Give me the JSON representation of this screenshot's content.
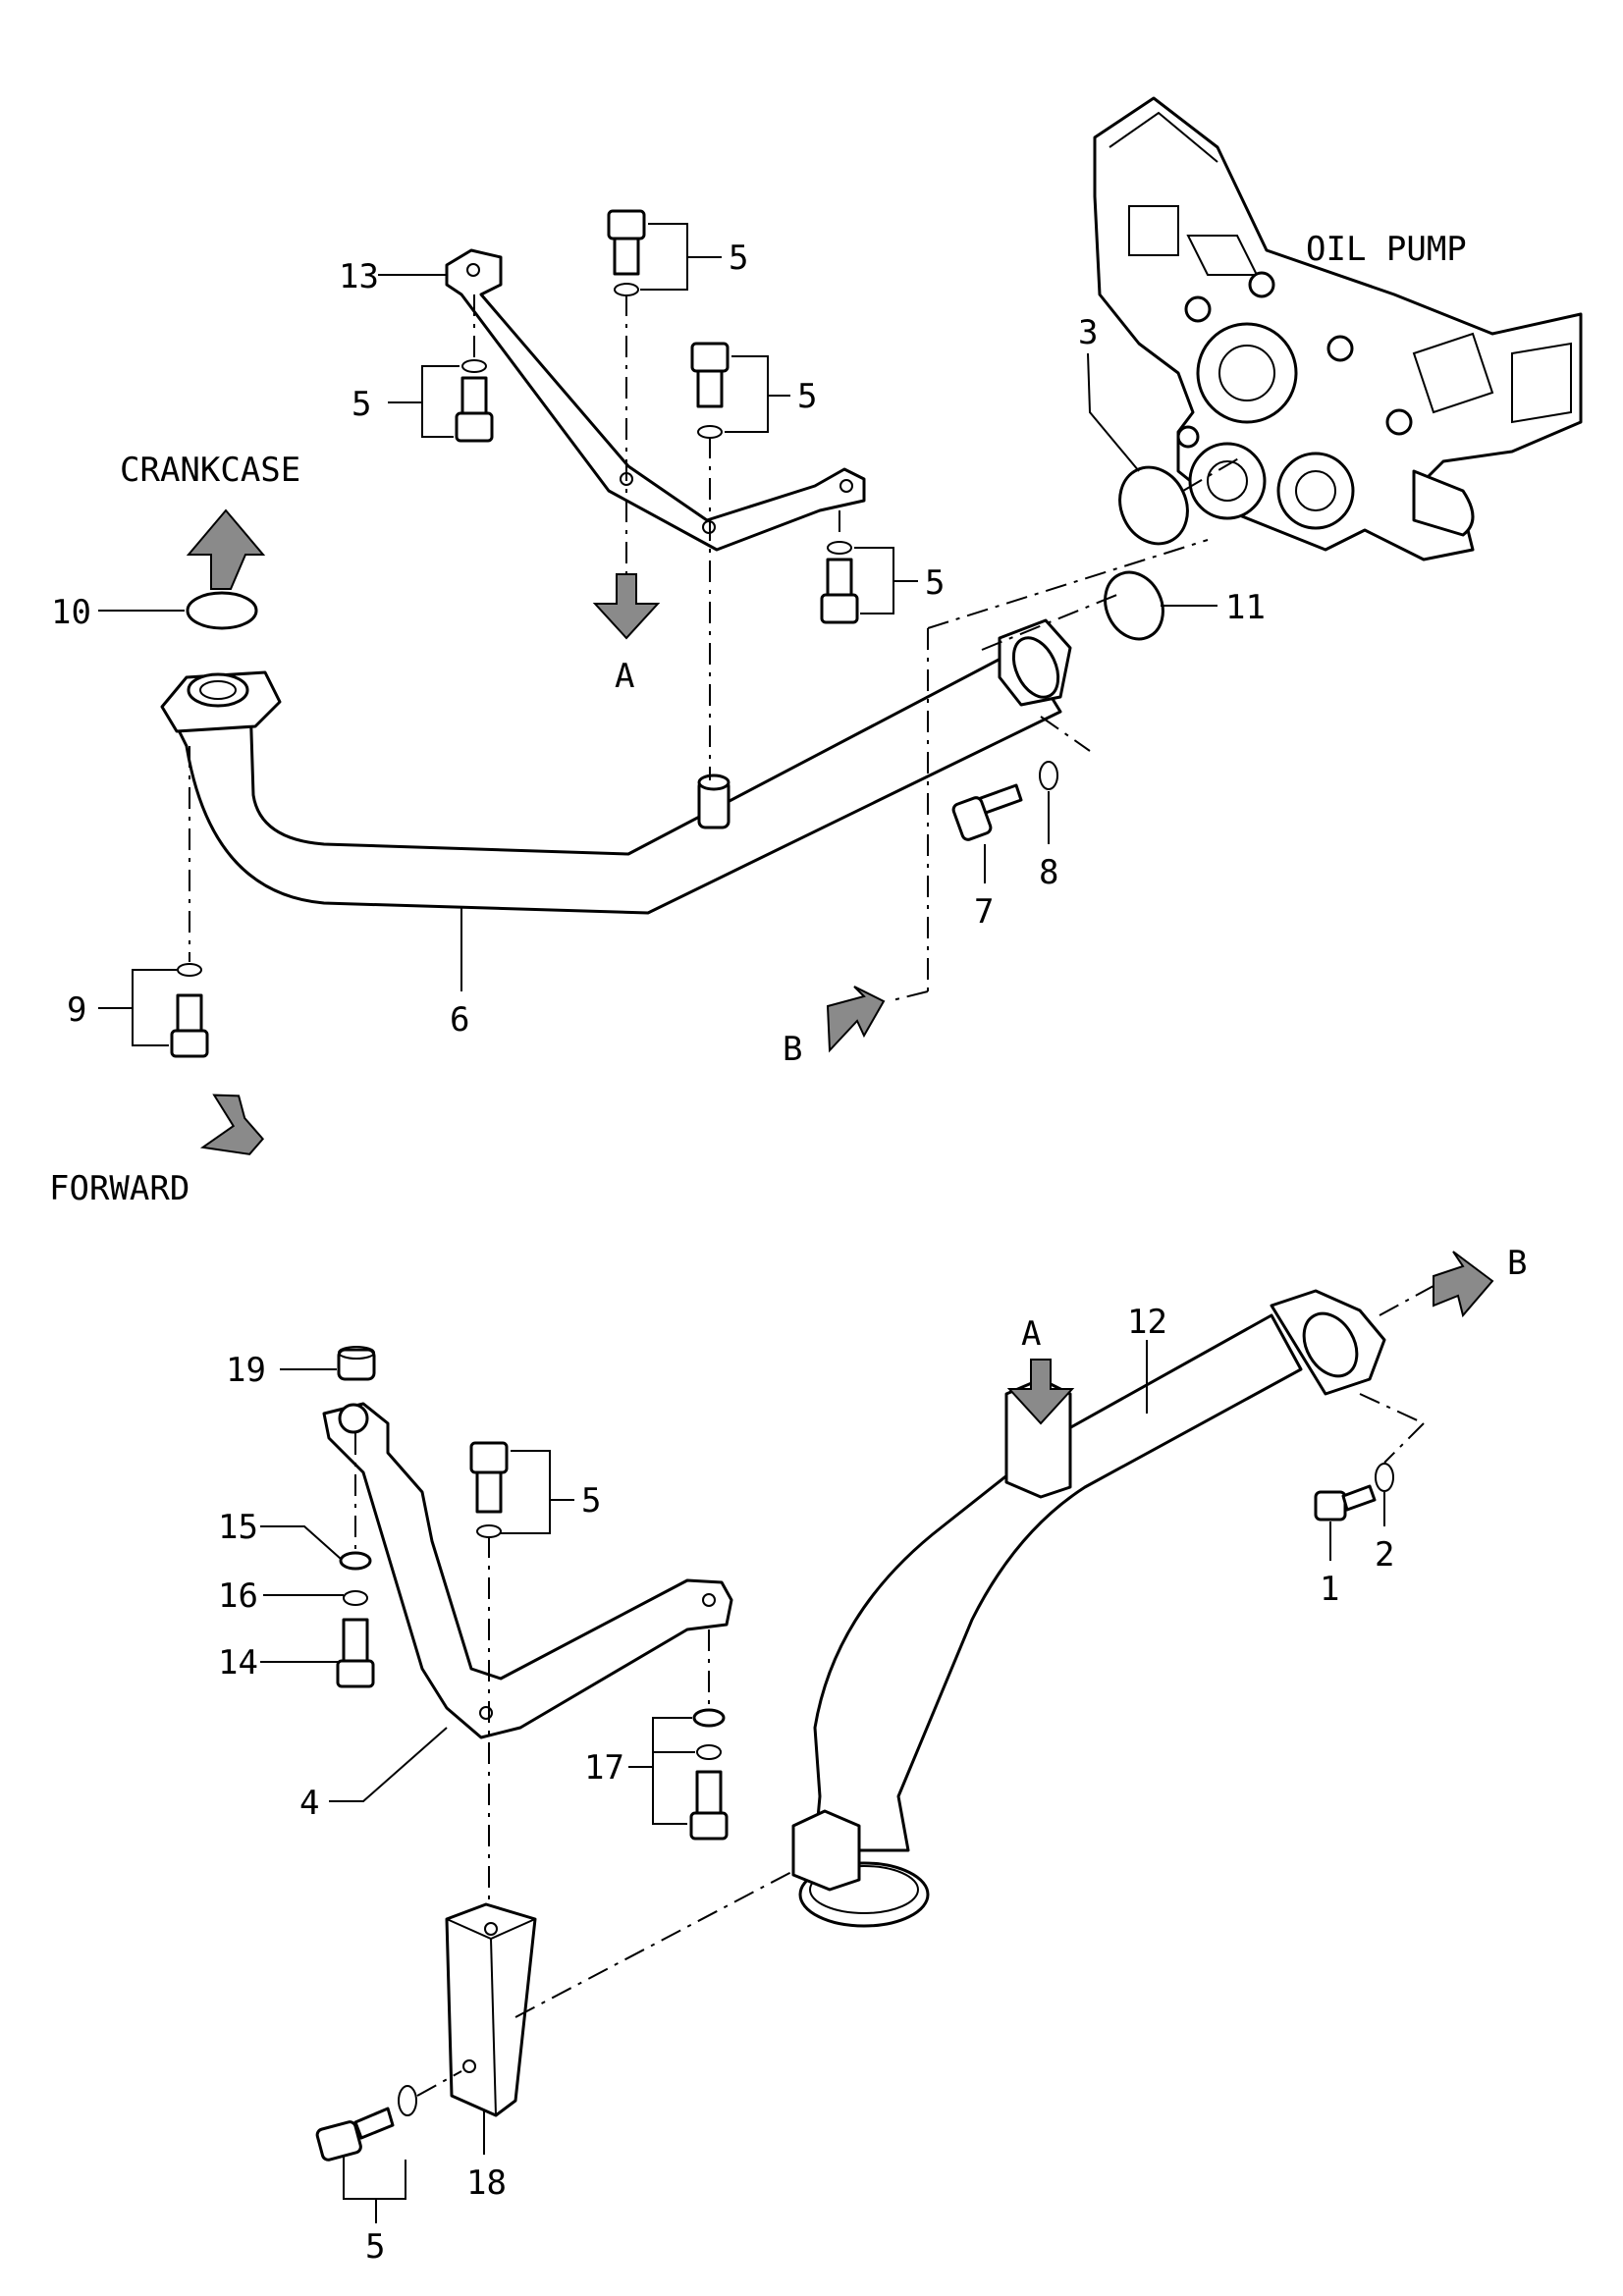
{
  "labels": {
    "oil_pump": "OIL PUMP",
    "crankcase": "CRANKCASE",
    "forward": "FORWARD",
    "view_a_top": "A",
    "view_b_top": "B",
    "view_a_bottom": "A",
    "view_b_bottom": "B"
  },
  "callouts": {
    "c1": "1",
    "c2": "2",
    "c3": "3",
    "c4": "4",
    "c5a": "5",
    "c5b": "5",
    "c5c": "5",
    "c5d": "5",
    "c5e": "5",
    "c5f": "5",
    "c6": "6",
    "c7": "7",
    "c8": "8",
    "c9": "9",
    "c10": "10",
    "c11": "11",
    "c12": "12",
    "c13": "13",
    "c14": "14",
    "c15": "15",
    "c16": "16",
    "c17": "17",
    "c18": "18",
    "c19": "19"
  }
}
